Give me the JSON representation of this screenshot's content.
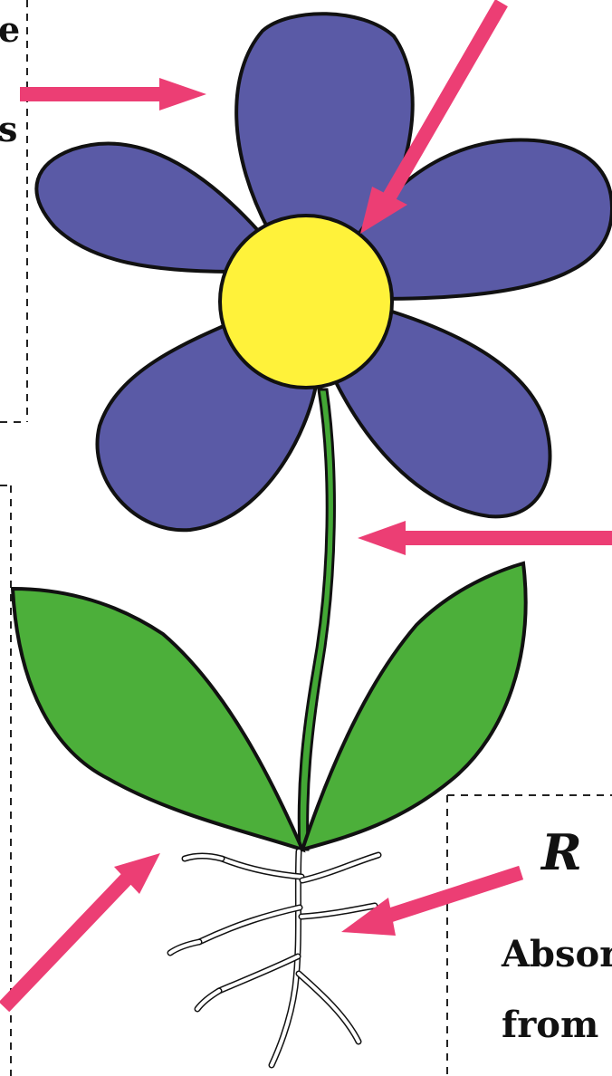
{
  "colors": {
    "petal": "#5A5AA6",
    "center": "#FFF23A",
    "leaf": "#4CAF3A",
    "stem": "#43A835",
    "root": "#FFFFFF",
    "arrow": "#EC3E74",
    "outline": "#111111",
    "dashed_border": "#222222",
    "background": "#FFFFFF"
  },
  "left_box_top": {
    "fragment_1": "e",
    "fragment_2": "s"
  },
  "roots_box": {
    "title_fragment": "R",
    "line_1": "Absor",
    "line_2": "from"
  },
  "icons": [
    "flower-petal-icon",
    "flower-center-icon",
    "stem-icon",
    "leaf-icon",
    "root-icon",
    "arrow-icon"
  ]
}
